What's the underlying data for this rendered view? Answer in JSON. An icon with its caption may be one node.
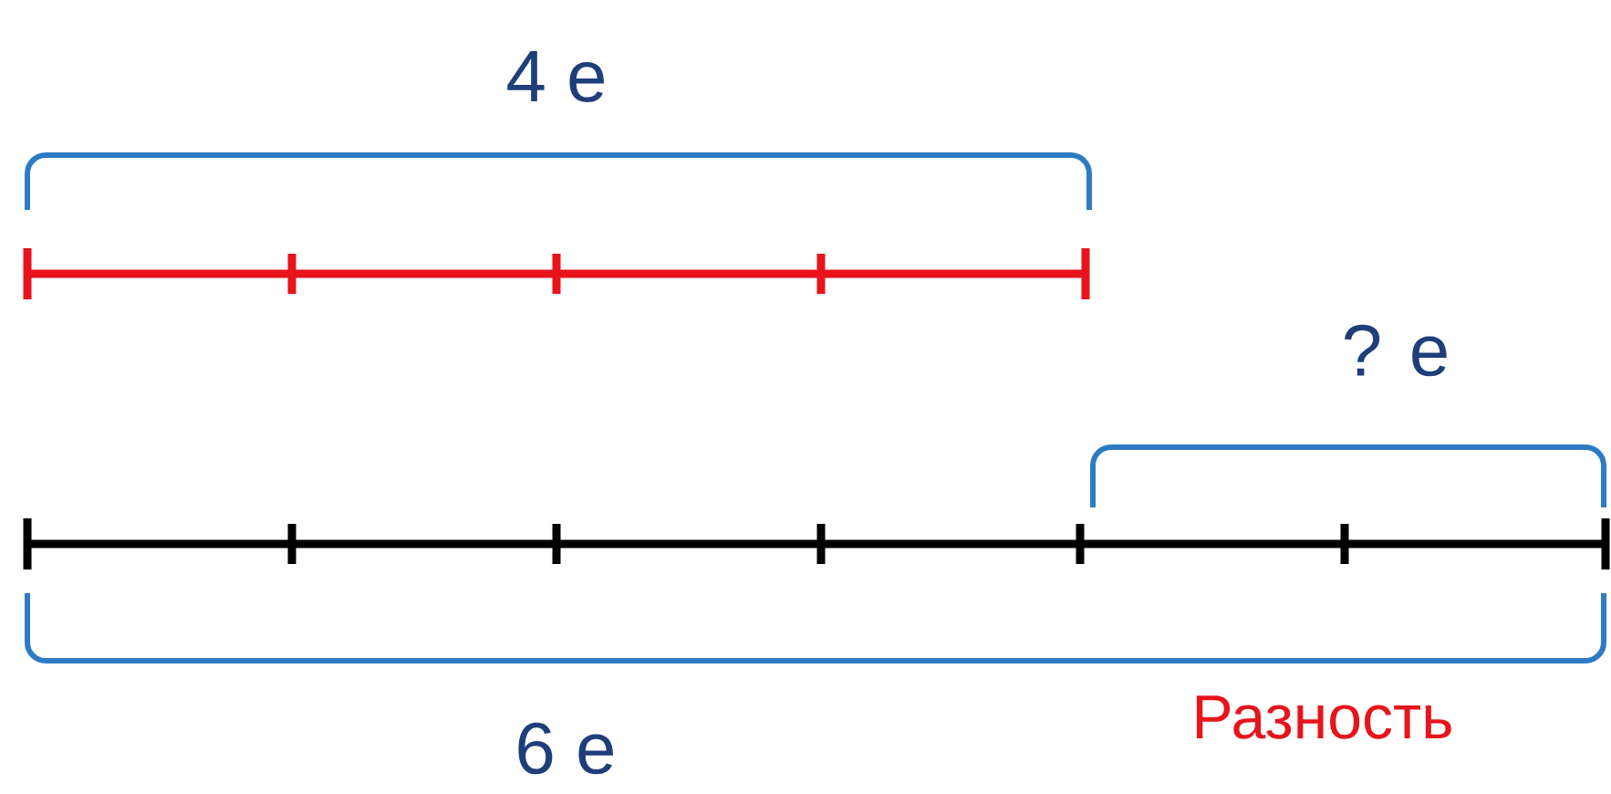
{
  "diagram": {
    "labels": [
      "4 е",
      "? е",
      "Разность",
      "6 е"
    ]
  }
}
